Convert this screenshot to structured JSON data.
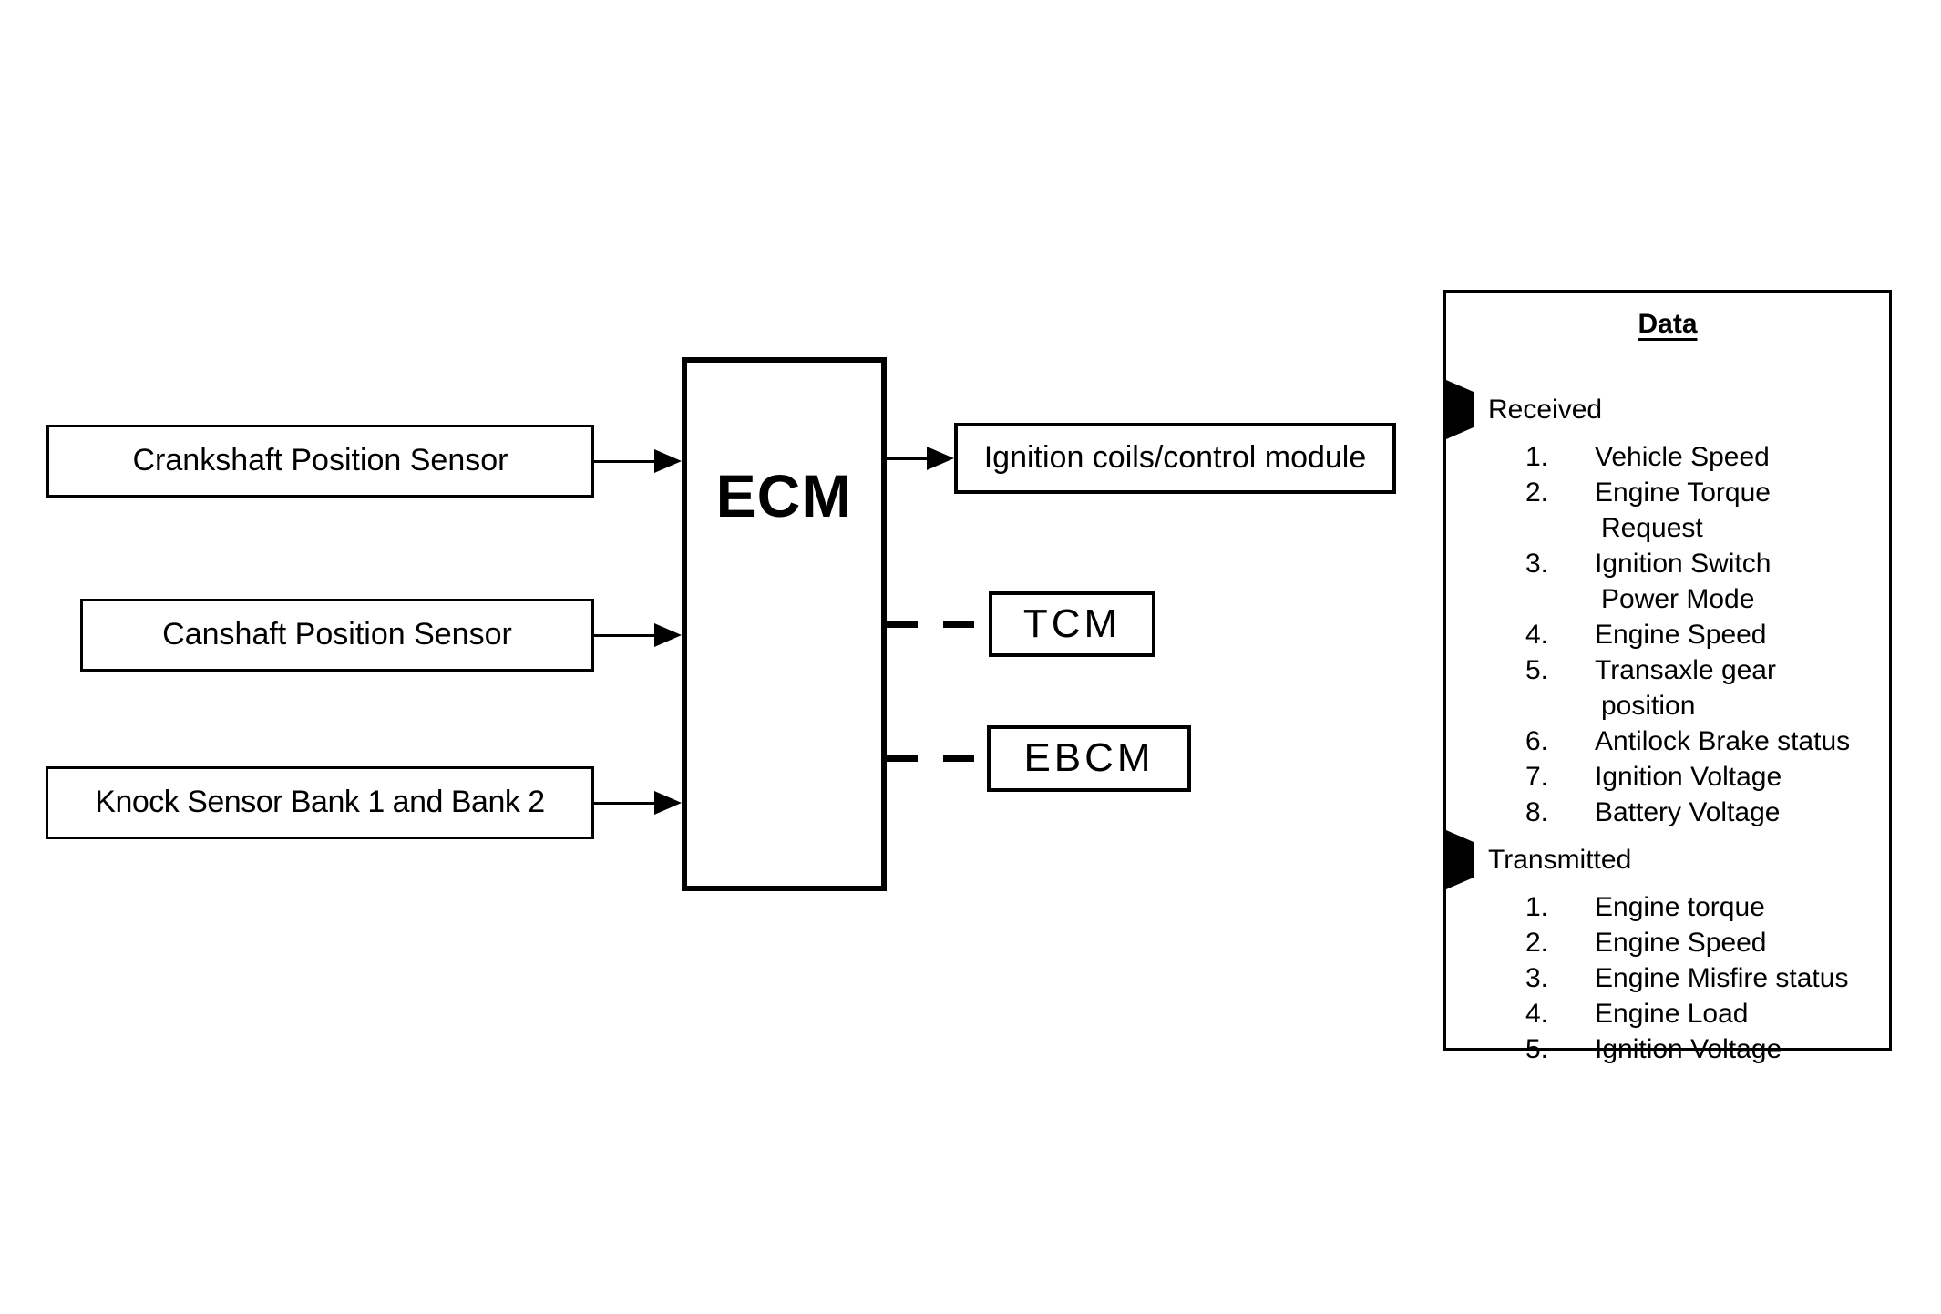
{
  "colors": {
    "ink": "#000000",
    "paper": "#ffffff"
  },
  "inputs": [
    {
      "label": "Crankshaft Position Sensor"
    },
    {
      "label": "Canshaft Position Sensor"
    },
    {
      "label": "Knock Sensor Bank 1 and Bank 2"
    }
  ],
  "ecm": {
    "label": "ECM"
  },
  "outputs": [
    {
      "label": "Ignition coils/control module",
      "link": "solid-arrow"
    },
    {
      "label": "TCM",
      "link": "dashed"
    },
    {
      "label": "EBCM",
      "link": "dashed"
    }
  ],
  "panel": {
    "title": "Data",
    "rows": [
      {
        "type": "heading",
        "text": "Received"
      },
      {
        "type": "item",
        "num": "1.",
        "text": "Vehicle Speed"
      },
      {
        "type": "item",
        "num": "2.",
        "text": "Engine Torque"
      },
      {
        "type": "cont",
        "text": "Request"
      },
      {
        "type": "item",
        "num": "3.",
        "text": "Ignition Switch"
      },
      {
        "type": "cont",
        "text": "Power Mode"
      },
      {
        "type": "item",
        "num": "4.",
        "text": "Engine Speed"
      },
      {
        "type": "item",
        "num": "5.",
        "text": "Transaxle gear"
      },
      {
        "type": "cont",
        "text": "position"
      },
      {
        "type": "item",
        "num": "6.",
        "text": "Antilock Brake status"
      },
      {
        "type": "item",
        "num": "7.",
        "text": "Ignition Voltage"
      },
      {
        "type": "item",
        "num": "8.",
        "text": "Battery Voltage"
      },
      {
        "type": "heading",
        "text": "Transmitted"
      },
      {
        "type": "item",
        "num": "1.",
        "text": "Engine torque"
      },
      {
        "type": "item",
        "num": "2.",
        "text": "Engine Speed"
      },
      {
        "type": "item",
        "num": "3.",
        "text": "Engine Misfire status"
      },
      {
        "type": "item",
        "num": "4.",
        "text": "Engine Load"
      },
      {
        "type": "item",
        "num": "5.",
        "text": "Ignition Voltage"
      }
    ]
  }
}
